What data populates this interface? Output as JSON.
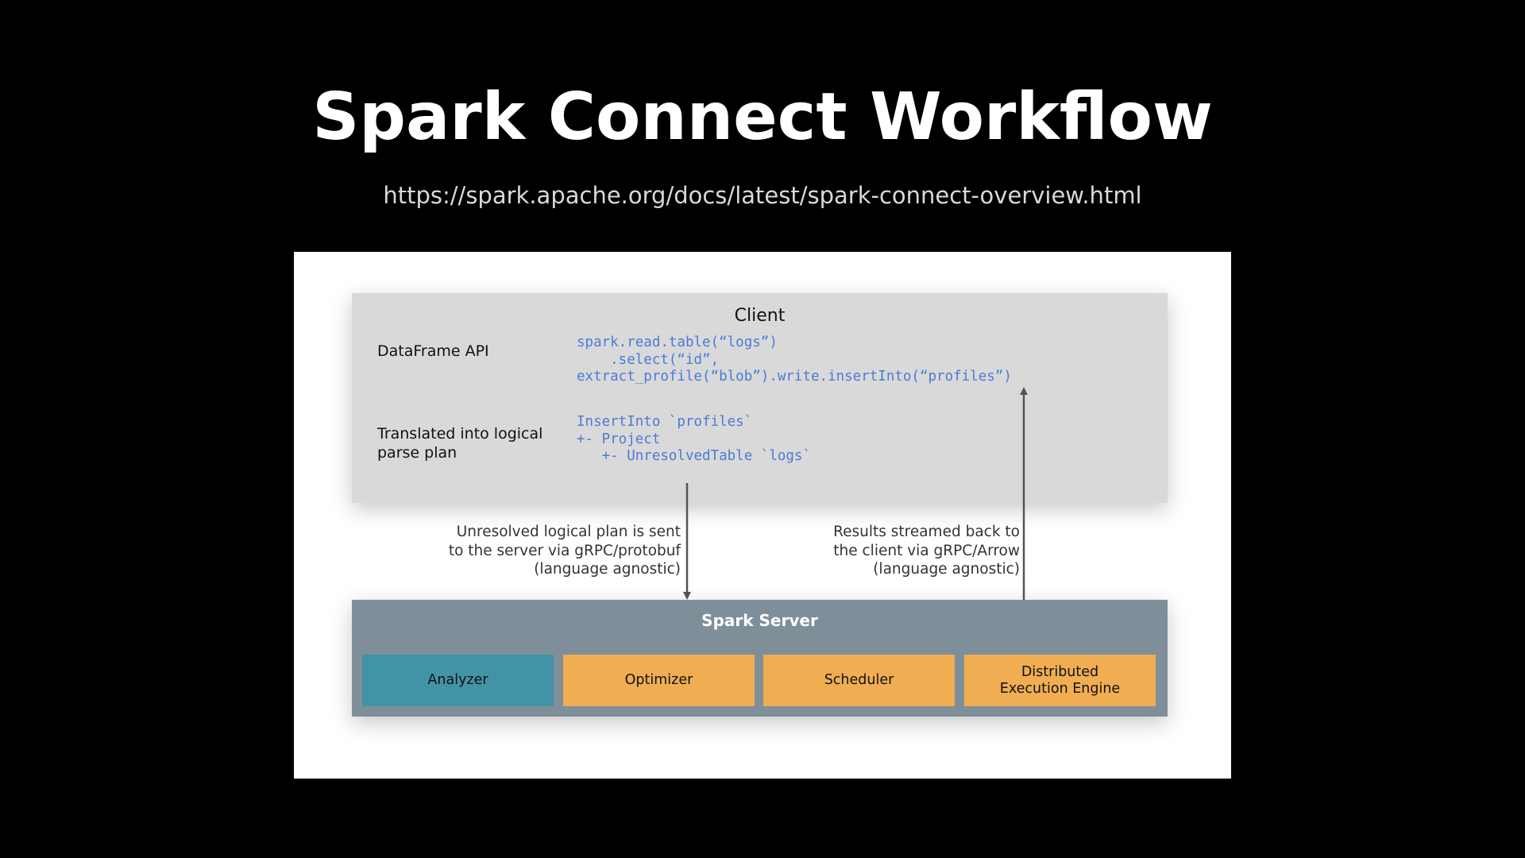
{
  "slide": {
    "title": "Spark Connect Workflow",
    "url": "https://spark.apache.org/docs/latest/spark-connect-overview.html"
  },
  "client": {
    "title": "Client",
    "dataframe_label": "DataFrame API",
    "dataframe_code": "spark.read.table(“logs”)\n    .select(“id”,\nextract_profile(“blob”).write.insertInto(“profiles”)",
    "plan_label": "Translated into logical\nparse plan",
    "plan_code": "InsertInto `profiles`\n+- Project\n   +- UnresolvedTable `logs`"
  },
  "arrows": {
    "to_server_text": "Unresolved logical plan is sent\nto the server via gRPC/protobuf\n(language agnostic)",
    "to_client_text": "Results streamed back to\nthe client via gRPC/Arrow\n(language agnostic)"
  },
  "server": {
    "title": "Spark Server",
    "components": [
      {
        "label": "Analyzer",
        "color": "#4393a6"
      },
      {
        "label": "Optimizer",
        "color": "#f0ad52"
      },
      {
        "label": "Scheduler",
        "color": "#f0ad52"
      },
      {
        "label": "Distributed\nExecution Engine",
        "color": "#f0ad52"
      }
    ]
  },
  "colors": {
    "background": "#000000",
    "code": "#4b7bd6",
    "client_box": "#d9d9d9",
    "server_box": "#7f8f9a",
    "arrow": "#555555"
  }
}
